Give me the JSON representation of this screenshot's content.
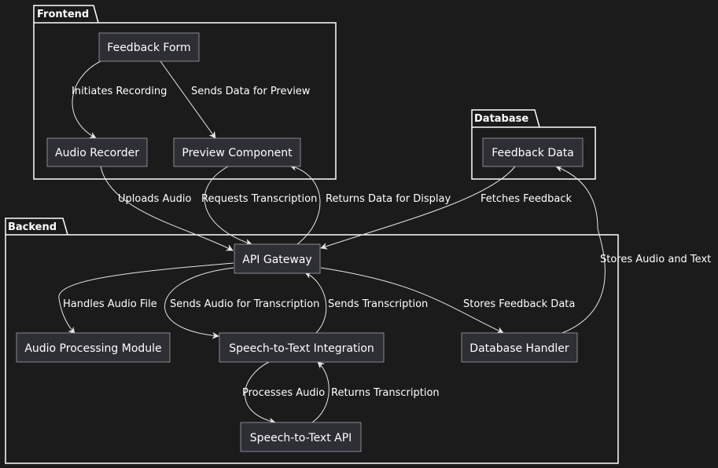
{
  "packages": {
    "frontend": {
      "title": "Frontend"
    },
    "database": {
      "title": "Database"
    },
    "backend": {
      "title": "Backend"
    }
  },
  "nodes": {
    "feedback_form": "Feedback Form",
    "audio_recorder": "Audio Recorder",
    "preview_component": "Preview Component",
    "feedback_data": "Feedback Data",
    "api_gateway": "API Gateway",
    "audio_processing_module": "Audio Processing Module",
    "speech_to_text_integration": "Speech-to-Text Integration",
    "database_handler": "Database Handler",
    "speech_to_text_api": "Speech-to-Text API"
  },
  "edges": {
    "initiates_recording": "Initiates Recording",
    "sends_data_for_preview": "Sends Data for Preview",
    "uploads_audio": "Uploads Audio",
    "requests_transcription": "Requests Transcription",
    "returns_data_for_display": "Returns Data for Display",
    "fetches_feedback": "Fetches Feedback",
    "stores_audio_and_text": "Stores Audio and Text",
    "handles_audio_file": "Handles Audio File",
    "sends_audio_for_transcription": "Sends Audio for Transcription",
    "sends_transcription": "Sends Transcription",
    "stores_feedback_data": "Stores Feedback Data",
    "processes_audio": "Processes Audio",
    "returns_transcription": "Returns Transcription"
  },
  "colors": {
    "background": "#1b1b1c",
    "node_fill": "#2e2e35",
    "node_border": "#a0a0a8",
    "line": "#e6e6e6",
    "text": "#ffffff"
  }
}
